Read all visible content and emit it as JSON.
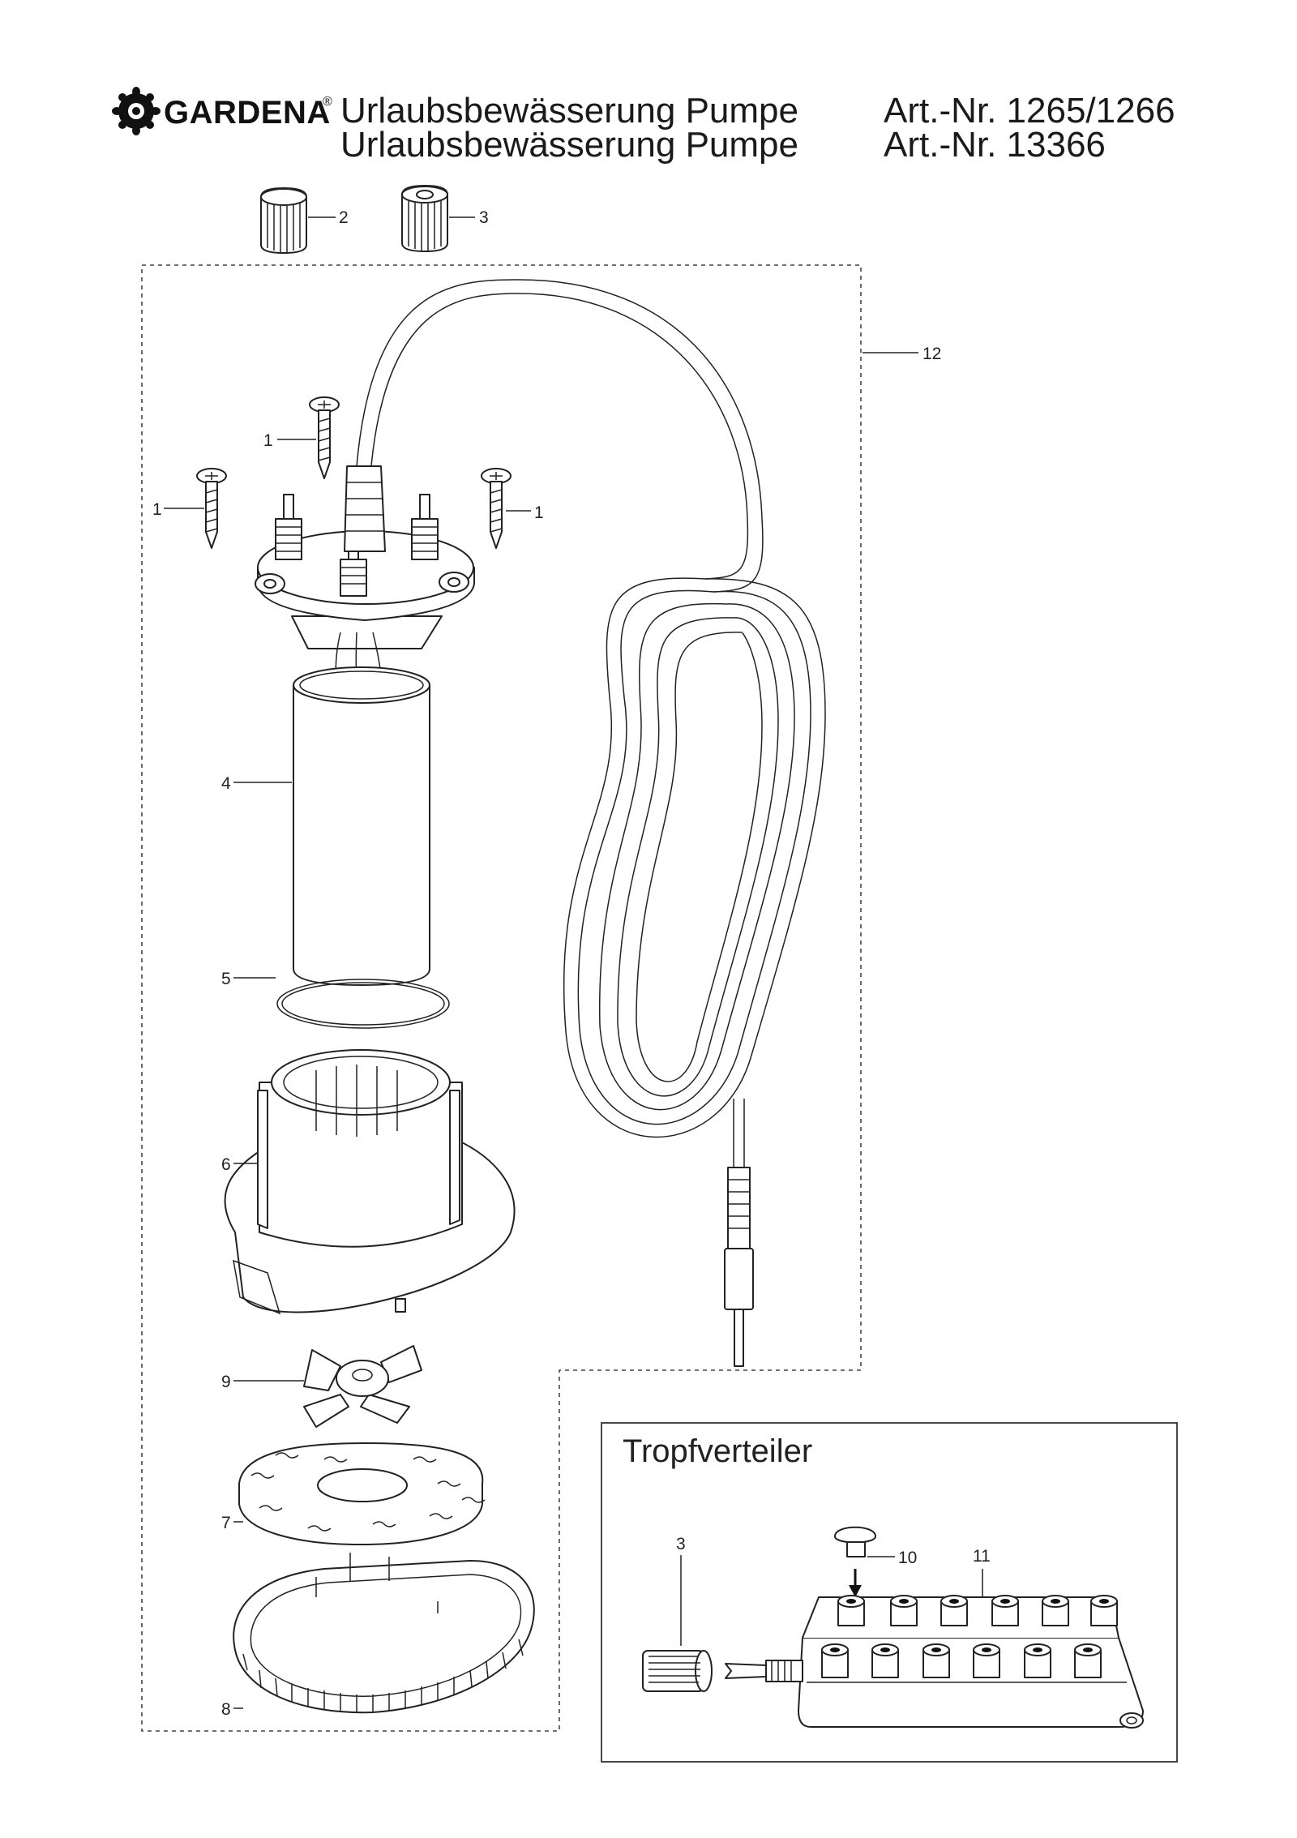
{
  "header": {
    "brand": "GARDENA",
    "brand_mark": "®",
    "line1": "Urlaubsbewässerung Pumpe",
    "line2": "Urlaubsbewässerung Pumpe",
    "art1": "Art.-Nr. 1265/1266",
    "art2": "Art.-Nr. 13366"
  },
  "inset": {
    "title": "Tropfverteiler"
  },
  "parts": {
    "p1a": "1",
    "p1b": "1",
    "p1c": "1",
    "p2": "2",
    "p3a": "3",
    "p3b": "3",
    "p4": "4",
    "p5": "5",
    "p6": "6",
    "p7": "7",
    "p8": "8",
    "p9": "9",
    "p10": "10",
    "p11": "11",
    "p12": "12"
  },
  "icons": {
    "logo": "gardena-flower-logo-icon"
  }
}
